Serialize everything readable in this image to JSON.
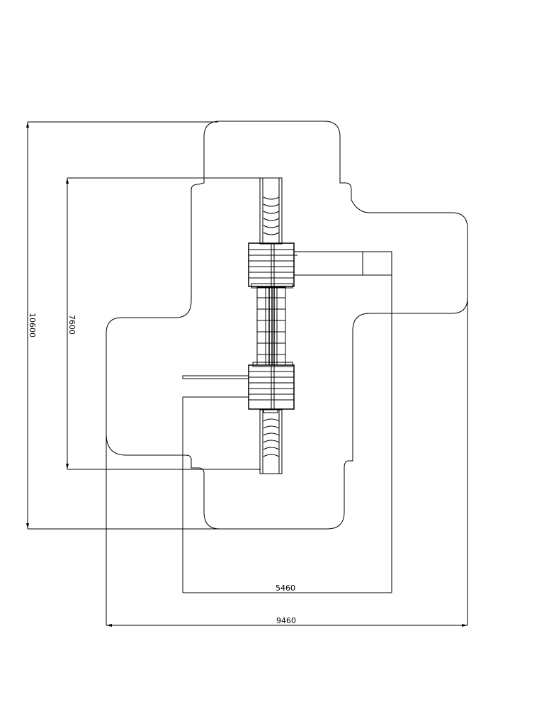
{
  "dimensions": {
    "overall_height": "10600",
    "inner_height": "7600",
    "inner_width": "5460",
    "overall_width": "9460"
  }
}
